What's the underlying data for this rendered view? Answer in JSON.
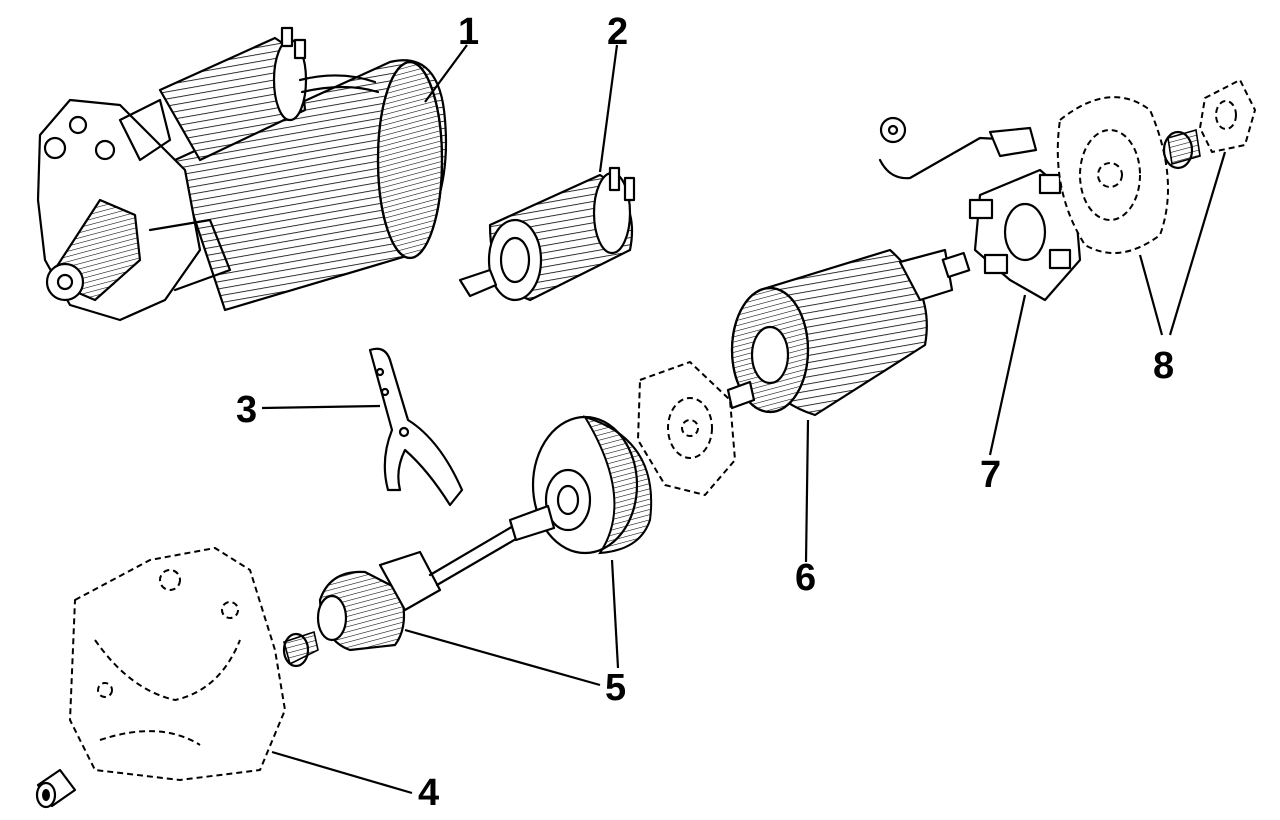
{
  "callouts": [
    {
      "id": "1",
      "label": "1"
    },
    {
      "id": "2",
      "label": "2"
    },
    {
      "id": "3",
      "label": "3"
    },
    {
      "id": "4",
      "label": "4"
    },
    {
      "id": "5",
      "label": "5"
    },
    {
      "id": "6",
      "label": "6"
    },
    {
      "id": "7",
      "label": "7"
    },
    {
      "id": "8",
      "label": "8"
    }
  ],
  "colors": {
    "ink": "#000000",
    "paper": "#ffffff"
  }
}
